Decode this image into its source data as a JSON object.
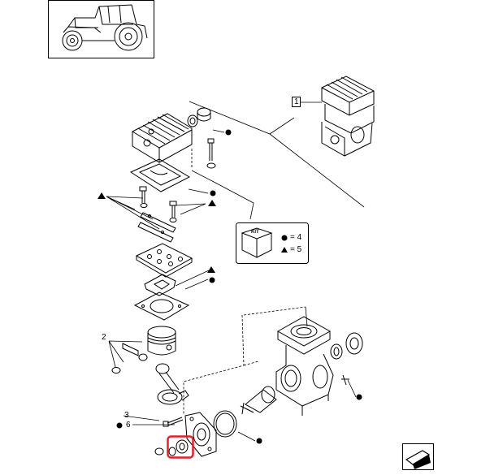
{
  "diagram": {
    "callouts": {
      "c1": "1",
      "c2": "2",
      "c3": "3",
      "c6": "6"
    },
    "kit": {
      "box_text": "KIT",
      "circle_eq": "= 4",
      "triangle_eq": "= 5"
    },
    "highlight_color": "#e0202a",
    "line_color": "#000000",
    "icons": [
      "tractor-thumbnail-icon",
      "kit-box-icon",
      "next-page-arrow-icon",
      "bullet-dot-icon",
      "triangle-marker-icon"
    ]
  }
}
